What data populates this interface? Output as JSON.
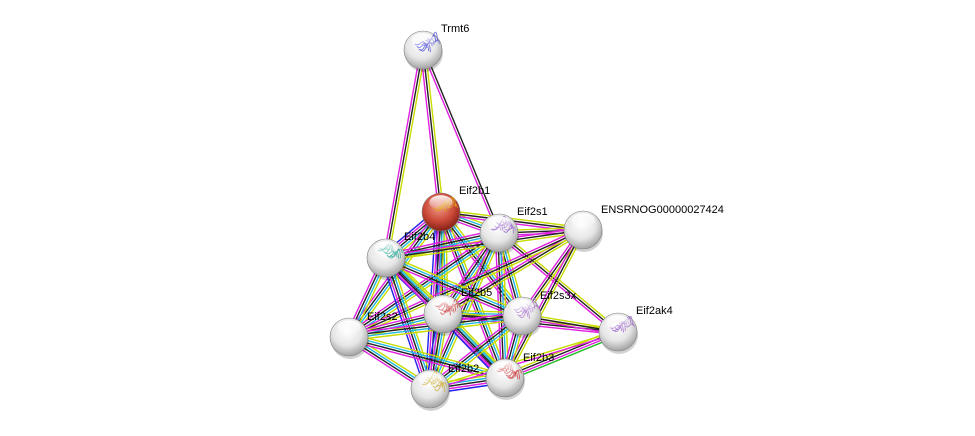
{
  "network": {
    "nodes": [
      {
        "id": "Trmt6",
        "label": "Trmt6",
        "query": false,
        "struct": "#5a5ad8"
      },
      {
        "id": "Eif2b1",
        "label": "Eif2b1",
        "query": true,
        "struct": "#e0a020"
      },
      {
        "id": "Eif2s1",
        "label": "Eif2s1",
        "query": false,
        "struct": "#a070d0"
      },
      {
        "id": "ENSRNOG00000027424",
        "label": "ENSRNOG00000027424",
        "query": false,
        "struct": null
      },
      {
        "id": "Eif2b4",
        "label": "Eif2b4",
        "query": false,
        "struct": "#40b0a0"
      },
      {
        "id": "Eif2b5",
        "label": "Eif2b5",
        "query": false,
        "struct": "#d05050"
      },
      {
        "id": "Eif2s3x",
        "label": "Eif2s3x",
        "query": false,
        "struct": "#b080d0"
      },
      {
        "id": "Eif2ak4",
        "label": "Eif2ak4",
        "query": false,
        "struct": "#a070c8"
      },
      {
        "id": "Eif2s2",
        "label": "Eif2s2",
        "query": false,
        "struct": null
      },
      {
        "id": "Eif2b2",
        "label": "Eif2b2",
        "query": false,
        "struct": "#d0b040"
      },
      {
        "id": "Eif2b3",
        "label": "Eif2b3",
        "query": false,
        "struct": "#d04848"
      }
    ],
    "edge_colors": {
      "textmining": "#c8dc00",
      "coexpression": "#222222",
      "experiments": "#e020e0",
      "databases": "#20b8e0",
      "homology": "#2020e8",
      "neighborhood": "#20c020"
    },
    "edges": [
      {
        "a": "Trmt6",
        "b": "Eif2b4",
        "types": [
          "textmining",
          "coexpression",
          "experiments"
        ]
      },
      {
        "a": "Trmt6",
        "b": "Eif2b1",
        "types": [
          "textmining",
          "coexpression",
          "experiments"
        ]
      },
      {
        "a": "Trmt6",
        "b": "Eif2s1",
        "types": [
          "coexpression",
          "experiments"
        ]
      },
      {
        "a": "Eif2b1",
        "b": "Eif2s1",
        "types": [
          "textmining",
          "databases",
          "coexpression",
          "experiments"
        ]
      },
      {
        "a": "Eif2b1",
        "b": "Eif2b4",
        "types": [
          "textmining",
          "databases",
          "coexpression",
          "experiments",
          "homology"
        ]
      },
      {
        "a": "Eif2b1",
        "b": "Eif2b5",
        "types": [
          "textmining",
          "databases",
          "coexpression",
          "experiments",
          "homology"
        ]
      },
      {
        "a": "Eif2b1",
        "b": "Eif2s3x",
        "types": [
          "textmining",
          "databases",
          "coexpression",
          "experiments"
        ]
      },
      {
        "a": "Eif2b1",
        "b": "Eif2s2",
        "types": [
          "textmining",
          "databases",
          "coexpression",
          "experiments"
        ]
      },
      {
        "a": "Eif2b1",
        "b": "Eif2b2",
        "types": [
          "textmining",
          "databases",
          "coexpression",
          "experiments",
          "homology"
        ]
      },
      {
        "a": "Eif2b1",
        "b": "Eif2b3",
        "types": [
          "textmining",
          "databases",
          "coexpression",
          "experiments"
        ]
      },
      {
        "a": "Eif2b1",
        "b": "ENSRNOG00000027424",
        "types": [
          "textmining",
          "coexpression",
          "experiments"
        ]
      },
      {
        "a": "Eif2s1",
        "b": "ENSRNOG00000027424",
        "types": [
          "textmining",
          "coexpression",
          "experiments"
        ]
      },
      {
        "a": "Eif2s1",
        "b": "Eif2b4",
        "types": [
          "textmining",
          "databases",
          "coexpression",
          "experiments"
        ]
      },
      {
        "a": "Eif2s1",
        "b": "Eif2b5",
        "types": [
          "textmining",
          "databases",
          "coexpression",
          "experiments"
        ]
      },
      {
        "a": "Eif2s1",
        "b": "Eif2s3x",
        "types": [
          "textmining",
          "databases",
          "coexpression",
          "experiments"
        ]
      },
      {
        "a": "Eif2s1",
        "b": "Eif2s2",
        "types": [
          "textmining",
          "databases",
          "coexpression",
          "experiments"
        ]
      },
      {
        "a": "Eif2s1",
        "b": "Eif2b2",
        "types": [
          "textmining",
          "databases",
          "coexpression",
          "experiments"
        ]
      },
      {
        "a": "Eif2s1",
        "b": "Eif2b3",
        "types": [
          "textmining",
          "databases",
          "coexpression",
          "experiments"
        ]
      },
      {
        "a": "Eif2s1",
        "b": "Eif2ak4",
        "types": [
          "textmining",
          "coexpression",
          "experiments"
        ]
      },
      {
        "a": "ENSRNOG00000027424",
        "b": "Eif2s3x",
        "types": [
          "textmining",
          "coexpression",
          "experiments"
        ]
      },
      {
        "a": "ENSRNOG00000027424",
        "b": "Eif2b4",
        "types": [
          "textmining",
          "coexpression",
          "experiments"
        ]
      },
      {
        "a": "ENSRNOG00000027424",
        "b": "Eif2b5",
        "types": [
          "textmining",
          "coexpression",
          "experiments"
        ]
      },
      {
        "a": "ENSRNOG00000027424",
        "b": "Eif2s2",
        "types": [
          "textmining",
          "coexpression",
          "experiments"
        ]
      },
      {
        "a": "ENSRNOG00000027424",
        "b": "Eif2b3",
        "types": [
          "textmining",
          "coexpression",
          "experiments"
        ]
      },
      {
        "a": "Eif2b4",
        "b": "Eif2b5",
        "types": [
          "textmining",
          "databases",
          "coexpression",
          "experiments",
          "homology"
        ]
      },
      {
        "a": "Eif2b4",
        "b": "Eif2s3x",
        "types": [
          "textmining",
          "databases",
          "coexpression",
          "experiments"
        ]
      },
      {
        "a": "Eif2b4",
        "b": "Eif2s2",
        "types": [
          "textmining",
          "databases",
          "coexpression",
          "experiments"
        ]
      },
      {
        "a": "Eif2b4",
        "b": "Eif2b2",
        "types": [
          "textmining",
          "databases",
          "coexpression",
          "experiments",
          "homology"
        ]
      },
      {
        "a": "Eif2b4",
        "b": "Eif2b3",
        "types": [
          "textmining",
          "databases",
          "coexpression",
          "experiments"
        ]
      },
      {
        "a": "Eif2b5",
        "b": "Eif2s3x",
        "types": [
          "textmining",
          "databases",
          "coexpression",
          "experiments"
        ]
      },
      {
        "a": "Eif2b5",
        "b": "Eif2s2",
        "types": [
          "textmining",
          "databases",
          "coexpression",
          "experiments"
        ]
      },
      {
        "a": "Eif2b5",
        "b": "Eif2b2",
        "types": [
          "textmining",
          "databases",
          "coexpression",
          "experiments",
          "homology"
        ]
      },
      {
        "a": "Eif2b5",
        "b": "Eif2b3",
        "types": [
          "textmining",
          "databases",
          "coexpression",
          "experiments",
          "homology"
        ]
      },
      {
        "a": "Eif2b5",
        "b": "Eif2ak4",
        "types": [
          "textmining",
          "coexpression",
          "experiments"
        ]
      },
      {
        "a": "Eif2s3x",
        "b": "Eif2s2",
        "types": [
          "textmining",
          "databases",
          "coexpression",
          "experiments"
        ]
      },
      {
        "a": "Eif2s3x",
        "b": "Eif2b2",
        "types": [
          "textmining",
          "databases",
          "coexpression",
          "experiments"
        ]
      },
      {
        "a": "Eif2s3x",
        "b": "Eif2b3",
        "types": [
          "textmining",
          "databases",
          "coexpression",
          "experiments"
        ]
      },
      {
        "a": "Eif2s3x",
        "b": "Eif2ak4",
        "types": [
          "textmining",
          "coexpression",
          "experiments"
        ]
      },
      {
        "a": "Eif2s2",
        "b": "Eif2b2",
        "types": [
          "textmining",
          "databases",
          "coexpression",
          "experiments"
        ]
      },
      {
        "a": "Eif2s2",
        "b": "Eif2b3",
        "types": [
          "textmining",
          "databases",
          "coexpression",
          "experiments"
        ]
      },
      {
        "a": "Eif2b2",
        "b": "Eif2b3",
        "types": [
          "textmining",
          "databases",
          "coexpression",
          "experiments",
          "homology"
        ]
      },
      {
        "a": "Eif2b3",
        "b": "Eif2ak4",
        "types": [
          "textmining",
          "coexpression",
          "experiments",
          "neighborhood"
        ]
      },
      {
        "a": "Eif2b2",
        "b": "Eif2ak4",
        "types": [
          "textmining",
          "experiments"
        ]
      }
    ]
  }
}
